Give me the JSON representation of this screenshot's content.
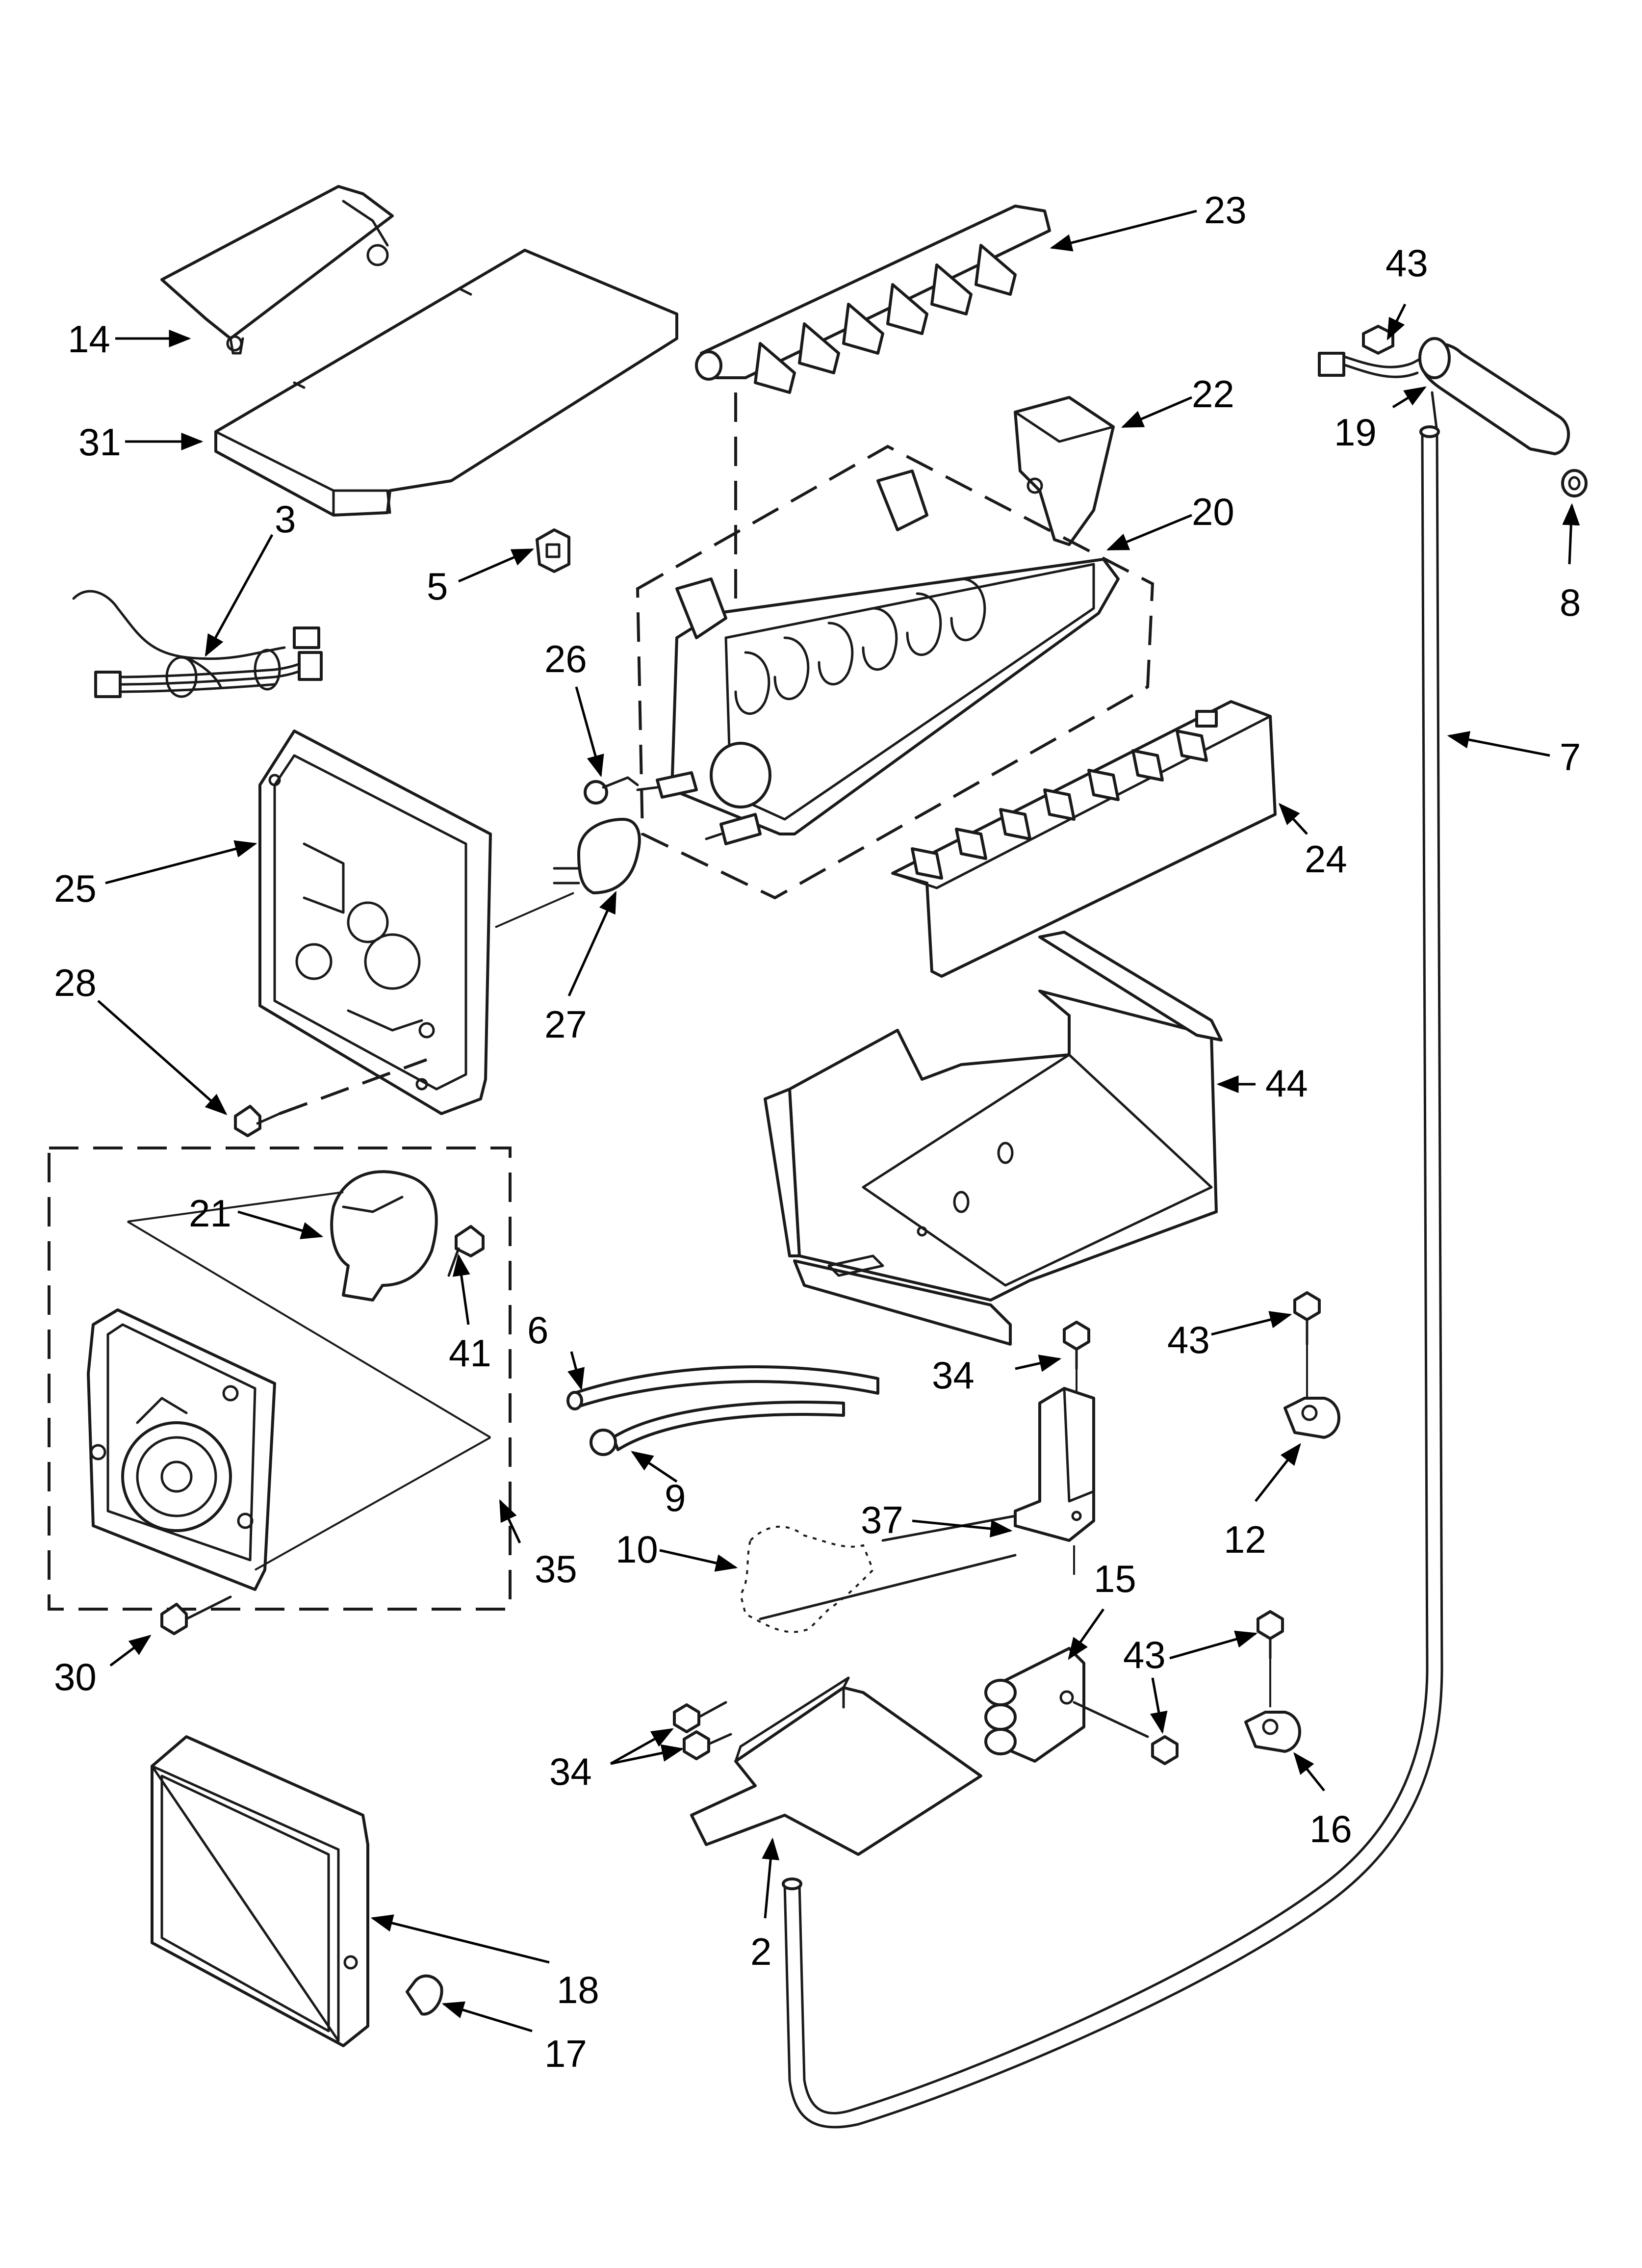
{
  "callouts": {
    "c2": "2",
    "c3": "3",
    "c5": "5",
    "c6": "6",
    "c7": "7",
    "c8": "8",
    "c9": "9",
    "c10": "10",
    "c12": "12",
    "c14": "14",
    "c15": "15",
    "c16": "16",
    "c17": "17",
    "c18": "18",
    "c19": "19",
    "c20": "20",
    "c21": "21",
    "c22": "22",
    "c23": "23",
    "c24": "24",
    "c25": "25",
    "c26": "26",
    "c27": "27",
    "c28": "28",
    "c30": "30",
    "c31": "31",
    "c34a": "34",
    "c34b": "34",
    "c35": "35",
    "c37": "37",
    "c41": "41",
    "c43a": "43",
    "c43b": "43",
    "c43c": "43",
    "c44": "44"
  }
}
